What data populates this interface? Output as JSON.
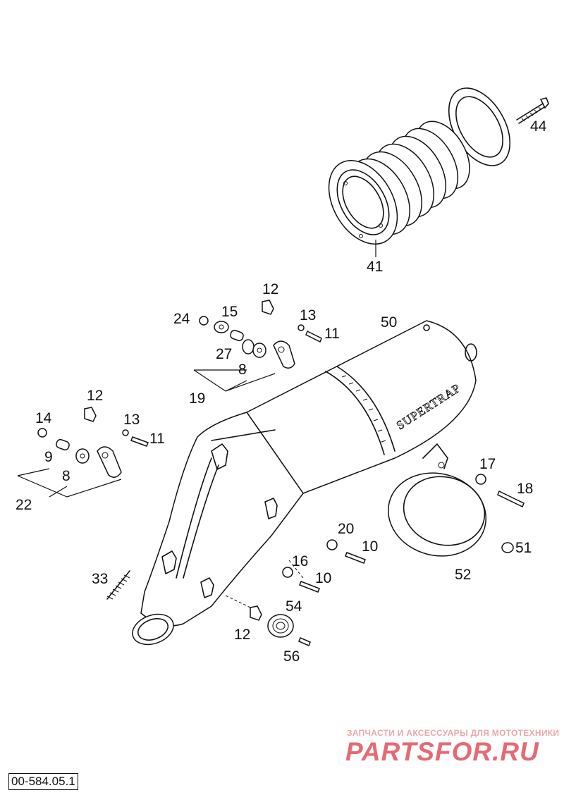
{
  "document_code": "00-584.05.1",
  "brand_text": "SUPERTRAP",
  "watermark": {
    "caption": "ЗАПЧАСТИ И АКСЕССУАРЫ ДЛЯ МОТОТЕХНИКИ",
    "logo": "PARTSFOR.RU"
  },
  "callouts": {
    "c44": "44",
    "c41": "41",
    "c50": "50",
    "c12a": "12",
    "c24": "24",
    "c15": "15",
    "c13a": "13",
    "c11a": "11",
    "c27": "27",
    "c8a": "8",
    "c19": "19",
    "c12b": "12",
    "c14": "14",
    "c13b": "13",
    "c11b": "11",
    "c9": "9",
    "c8b": "8",
    "c22": "22",
    "c17": "17",
    "c18": "18",
    "c20": "20",
    "c10a": "10",
    "c16": "16",
    "c10b": "10",
    "c51": "51",
    "c52": "52",
    "c33": "33",
    "c54": "54",
    "c12c": "12",
    "c56": "56"
  }
}
